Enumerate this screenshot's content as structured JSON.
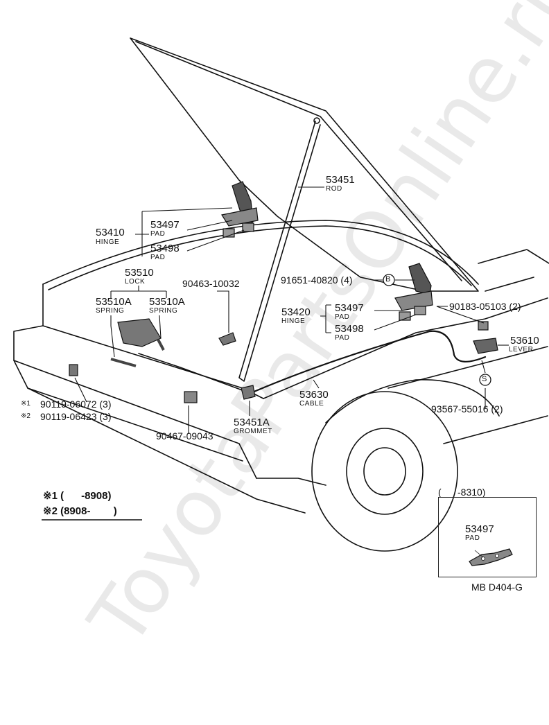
{
  "watermark": "ToyotaPartsOnline.ru",
  "labels": {
    "rod": {
      "number": "53451",
      "name": "ROD"
    },
    "hinge_left": {
      "number": "53410",
      "name": "HINGE"
    },
    "pad_left_upper": {
      "number": "53497",
      "name": "PAD"
    },
    "pad_left_lower": {
      "number": "53498",
      "name": "PAD"
    },
    "lock": {
      "number": "53510",
      "name": "LOCK"
    },
    "spring_1": {
      "number": "53510A",
      "name": "SPRING"
    },
    "spring_2": {
      "number": "53510A",
      "name": "SPRING"
    },
    "bolt_90463": {
      "number": "90463-10032"
    },
    "bolt_91651": {
      "number": "91651-40820 (4)",
      "marker": "B"
    },
    "hinge_right": {
      "number": "53420",
      "name": "HINGE"
    },
    "pad_right_upper": {
      "number": "53497",
      "name": "PAD"
    },
    "pad_right_lower": {
      "number": "53498",
      "name": "PAD"
    },
    "clip_90183": {
      "number": "90183-05103 (2)"
    },
    "lever": {
      "number": "53610",
      "name": "LEVER"
    },
    "cable": {
      "number": "53630",
      "name": "CABLE"
    },
    "screw_93567": {
      "number": "93567-55016 (2)",
      "marker": "S"
    },
    "grommet": {
      "number": "53451A",
      "name": "GROMMET"
    },
    "clip_90467": {
      "number": "90467-09043"
    },
    "bolt_ref1": {
      "mark": "※1",
      "number": "90119-06072 (3)"
    },
    "bolt_ref2": {
      "mark": "※2",
      "number": "90119-06423 (3)"
    }
  },
  "legend": {
    "line1": "※1 (      -8908)",
    "line2": "※2 (8908-        )"
  },
  "inset": {
    "range": "(      -8310)",
    "number": "53497",
    "name": "PAD"
  },
  "figure_code": "MB D404-G"
}
